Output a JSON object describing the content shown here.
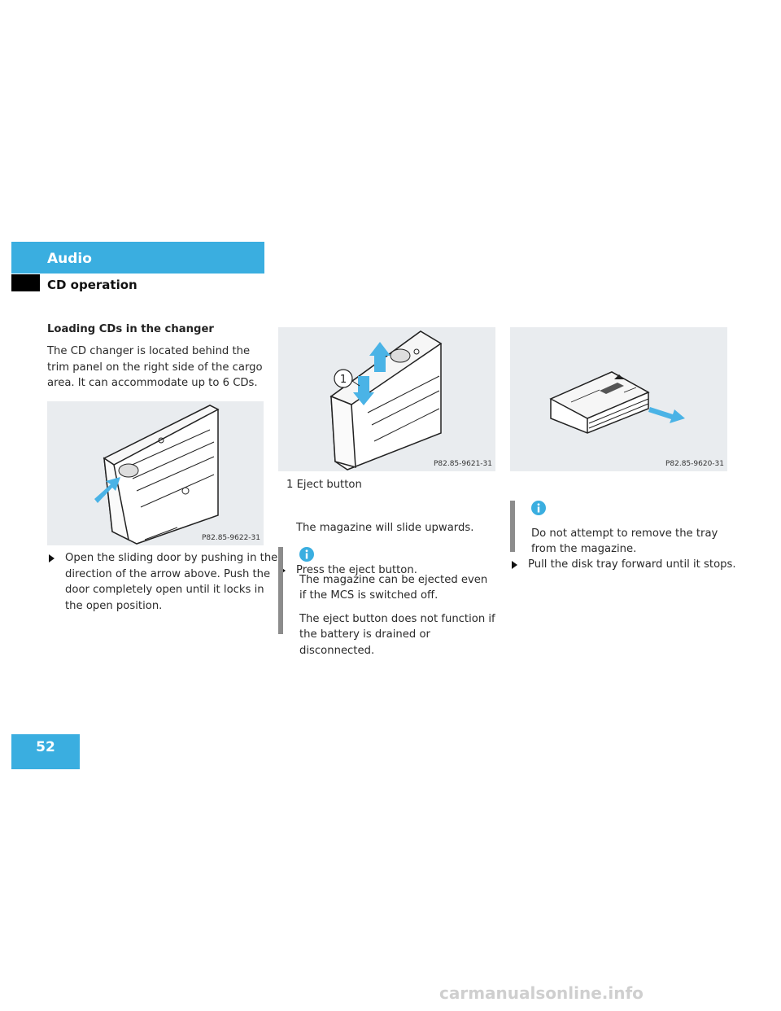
{
  "header": {
    "section": "Audio",
    "subsection": "CD operation"
  },
  "col1": {
    "heading": "Loading CDs in the changer",
    "intro": "The CD changer is located behind the trim panel on the right side of the cargo area. It can accommodate up to 6 CDs.",
    "figure_code": "P82.85-9622-31",
    "step": "Open the sliding door by pushing in the direction of the arrow above. Push the door completely open until it locks in the open position."
  },
  "col2": {
    "figure_code": "P82.85-9621-31",
    "callout_number": "1",
    "legend_number": "1",
    "legend_text": "Eject button",
    "step": "Press the eject button.",
    "step_result": "The magazine will slide upwards.",
    "note_icon": "info-icon",
    "note_p1": "The magazine can be ejected even if the MCS is switched off.",
    "note_p2": "The eject button does not function if the battery is drained or disconnected."
  },
  "col3": {
    "figure_code": "P82.85-9620-31",
    "step": "Pull the disk tray forward until it stops.",
    "note_icon": "info-icon",
    "note_p1": "Do not attempt to remove the tray from the magazine."
  },
  "footer": {
    "page_number": "52",
    "watermark": "carmanualsonline.info"
  },
  "colors": {
    "accent": "#3aaee0",
    "figure_bg": "#e9ecef",
    "note_bar": "#8c8c8c"
  }
}
